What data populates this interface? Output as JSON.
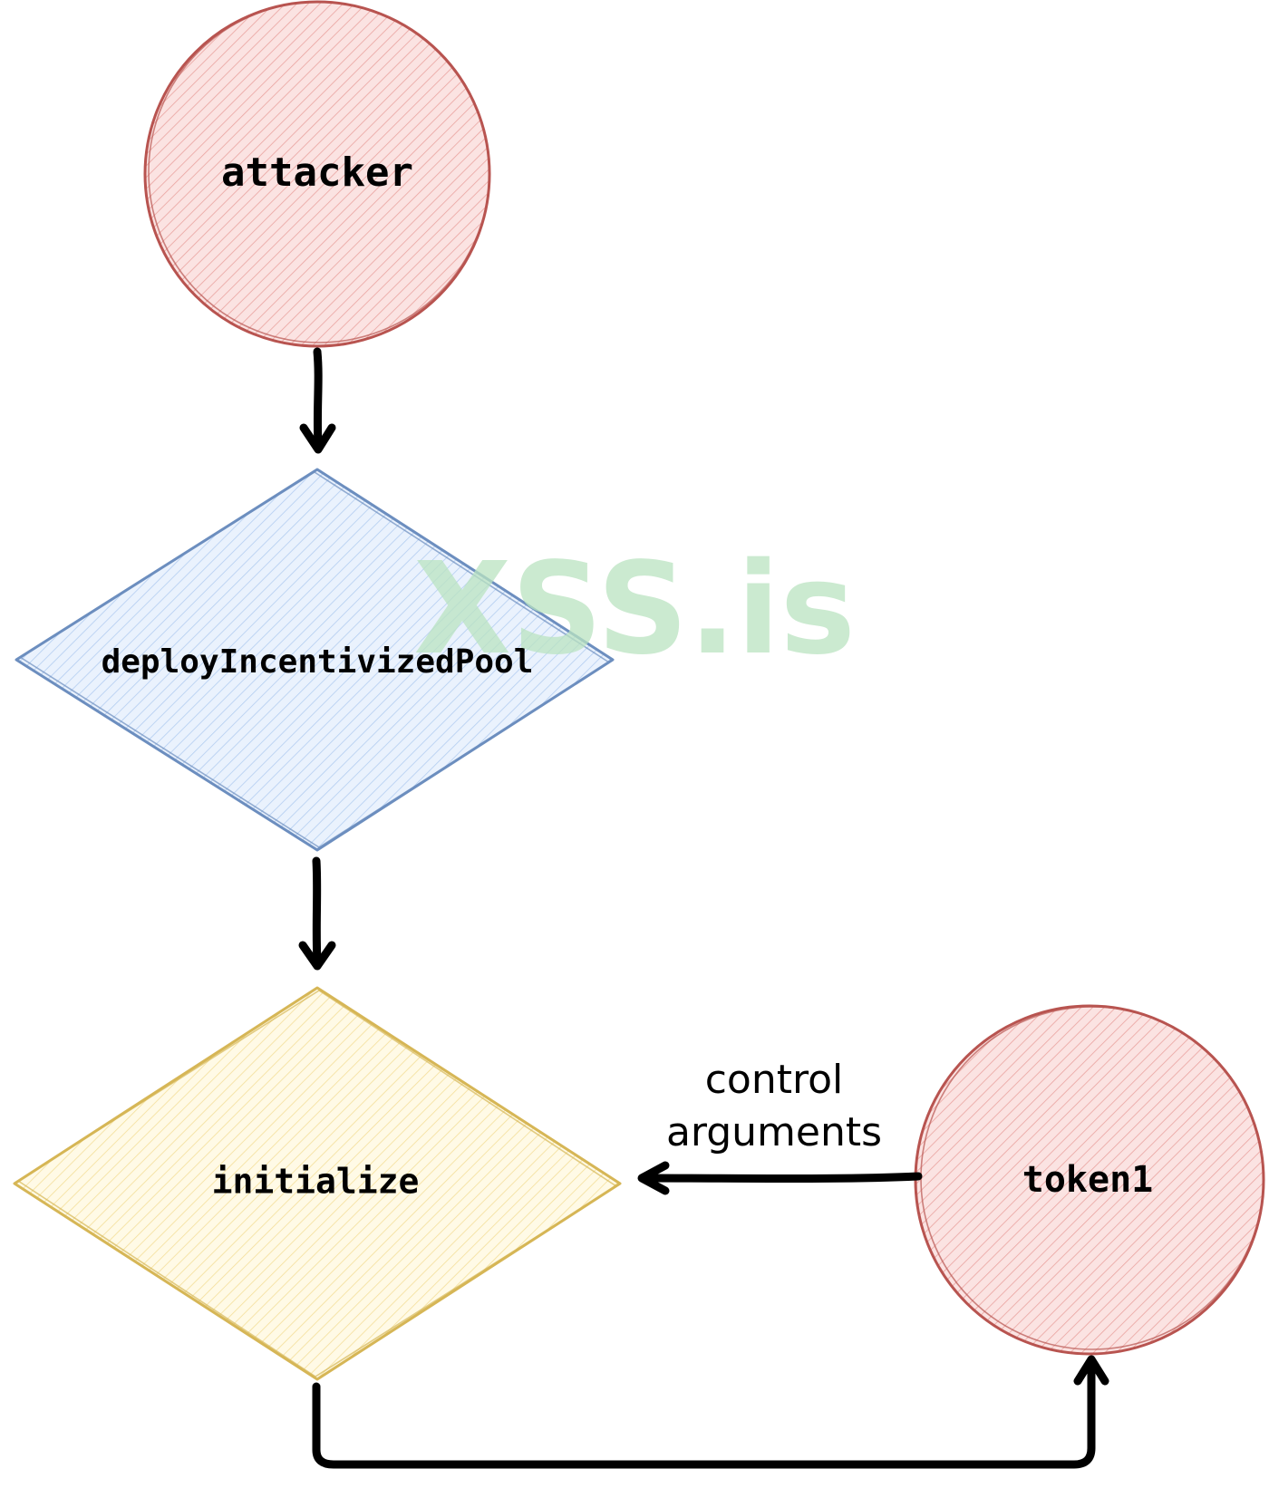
{
  "nodes": {
    "attacker": {
      "label": "attacker",
      "shape": "circle",
      "stroke": "#b85450",
      "fill": "#f8cecc"
    },
    "deploy": {
      "label": "deployIncentivizedPool",
      "shape": "diamond",
      "stroke": "#6c8ebf",
      "fill": "#dae8fc"
    },
    "initialize": {
      "label": "initialize",
      "shape": "diamond",
      "stroke": "#d6b656",
      "fill": "#fff2cc"
    },
    "token1": {
      "label": "token1",
      "shape": "circle",
      "stroke": "#b85450",
      "fill": "#f8cecc"
    }
  },
  "edges": {
    "control_label_line1": "control",
    "control_label_line2": "arguments"
  },
  "watermark": {
    "text": "XSS.is"
  },
  "colors": {
    "arrow": "#000000"
  }
}
